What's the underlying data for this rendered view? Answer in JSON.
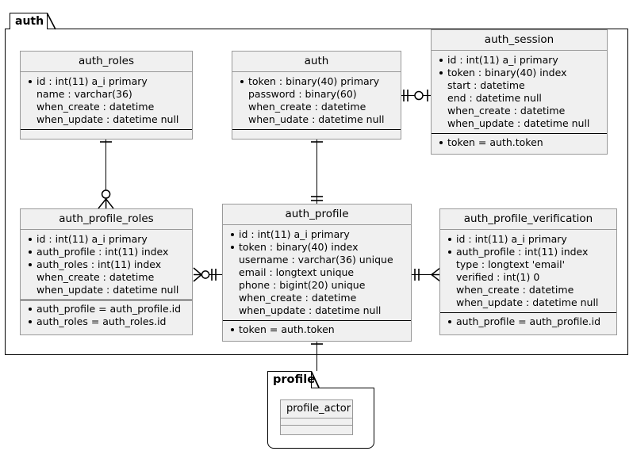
{
  "diagram": {
    "type": "er-diagram",
    "title": "auth",
    "background": "#ffffff",
    "entity_fill": "#F0F0F0",
    "entity_border": "#999999",
    "package_border": "#000000"
  },
  "packages": [
    {
      "name": "auth",
      "label": "auth"
    },
    {
      "name": "profile",
      "label": "profile"
    }
  ],
  "entities": {
    "auth_roles": {
      "title": "auth_roles",
      "attributes": [
        {
          "text": "id : int(11) a_i primary",
          "key": true
        },
        {
          "text": "name : varchar(36)",
          "key": false
        },
        {
          "text": "when_create : datetime",
          "key": false
        },
        {
          "text": "when_update : datetime null",
          "key": false
        }
      ],
      "relations": []
    },
    "auth": {
      "title": "auth",
      "attributes": [
        {
          "text": "token : binary(40) primary",
          "key": true
        },
        {
          "text": "password : binary(60)",
          "key": false
        },
        {
          "text": "when_create : datetime",
          "key": false
        },
        {
          "text": "when_udate : datetime null",
          "key": false
        }
      ],
      "relations": []
    },
    "auth_session": {
      "title": "auth_session",
      "attributes": [
        {
          "text": "id : int(11) a_i primary",
          "key": true
        },
        {
          "text": "token : binary(40) index",
          "key": true
        },
        {
          "text": "start : datetime",
          "key": false
        },
        {
          "text": "end : datetime null",
          "key": false
        },
        {
          "text": "when_create : datetime",
          "key": false
        },
        {
          "text": "when_update : datetime null",
          "key": false
        }
      ],
      "relations": [
        {
          "text": "token = auth.token",
          "key": true
        }
      ]
    },
    "auth_profile_roles": {
      "title": "auth_profile_roles",
      "attributes": [
        {
          "text": "id : int(11) a_i primary",
          "key": true
        },
        {
          "text": "auth_profile : int(11) index",
          "key": true
        },
        {
          "text": "auth_roles : int(11) index",
          "key": true
        },
        {
          "text": "when_create : datetime",
          "key": false
        },
        {
          "text": "when_update : datetime null",
          "key": false
        }
      ],
      "relations": [
        {
          "text": "auth_profile = auth_profile.id",
          "key": true
        },
        {
          "text": "auth_roles = auth_roles.id",
          "key": true
        }
      ]
    },
    "auth_profile": {
      "title": "auth_profile",
      "attributes": [
        {
          "text": "id : int(11) a_i primary",
          "key": true
        },
        {
          "text": "token : binary(40) index",
          "key": true
        },
        {
          "text": "username : varchar(36) unique",
          "key": false
        },
        {
          "text": "email : longtext unique",
          "key": false
        },
        {
          "text": "phone : bigint(20) unique",
          "key": false
        },
        {
          "text": "when_create : datetime",
          "key": false
        },
        {
          "text": "when_update : datetime null",
          "key": false
        }
      ],
      "relations": [
        {
          "text": "token = auth.token",
          "key": true
        }
      ]
    },
    "auth_profile_verification": {
      "title": "auth_profile_verification",
      "attributes": [
        {
          "text": "id : int(11) a_i primary",
          "key": true
        },
        {
          "text": "auth_profile : int(11) index",
          "key": true
        },
        {
          "text": "type : longtext 'email'",
          "key": false
        },
        {
          "text": "verified : int(1) 0",
          "key": false
        },
        {
          "text": "when_create : datetime",
          "key": false
        },
        {
          "text": "when_update : datetime null",
          "key": false
        }
      ],
      "relations": [
        {
          "text": "auth_profile = auth_profile.id",
          "key": true
        }
      ]
    },
    "profile_actor": {
      "title": "profile_actor",
      "attributes": [],
      "relations": []
    }
  },
  "relationships": [
    {
      "from": "auth",
      "to": "auth_session",
      "from_card": "one",
      "to_card": "zero-or-one"
    },
    {
      "from": "auth_roles",
      "to": "auth_profile_roles",
      "from_card": "one",
      "to_card": "zero-or-many"
    },
    {
      "from": "auth",
      "to": "auth_profile",
      "from_card": "one",
      "to_card": "one"
    },
    {
      "from": "auth_profile",
      "to": "auth_profile_roles",
      "from_card": "one",
      "to_card": "zero-or-many"
    },
    {
      "from": "auth_profile",
      "to": "auth_profile_verification",
      "from_card": "one",
      "to_card": "many"
    },
    {
      "from": "auth_profile",
      "to": "profile_actor",
      "from_card": "one",
      "to_card": "zero-or-one"
    }
  ]
}
